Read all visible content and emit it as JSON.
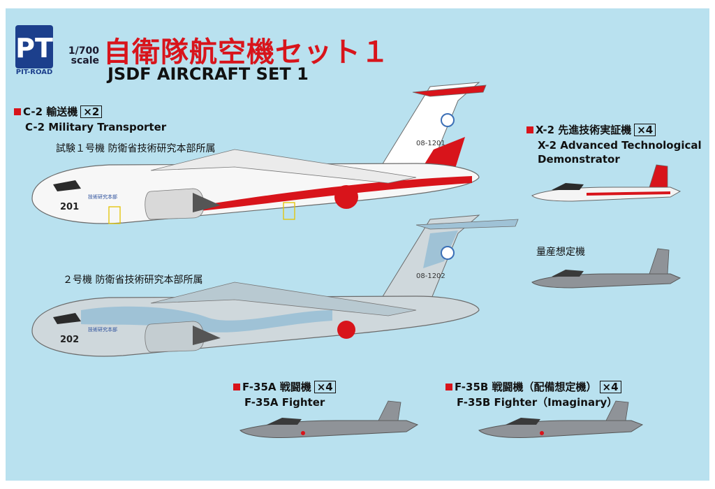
{
  "brand": {
    "logo_letters": "PT",
    "logo_text": "PIT-ROAD"
  },
  "scale": {
    "ratio": "1/700",
    "word": "scale"
  },
  "title": {
    "jp": "自衛隊航空機セット１",
    "en": "JSDF AIRCRAFT SET 1"
  },
  "c2": {
    "name_jp": "C-2 輸送機",
    "qty": "×2",
    "name_en": "C-2 Military Transporter",
    "unit1": {
      "note": "試験１号機 防衛省技術研究本部所属",
      "serial": "08-1201",
      "nose_number": "201",
      "fuselage_text": "技術研究本部"
    },
    "unit2": {
      "note": "２号機 防衛省技術研究本部所属",
      "serial": "08-1202",
      "nose_number": "202",
      "fuselage_text": "技術研究本部"
    }
  },
  "x2": {
    "name_jp": "X-2 先進技術実証機",
    "qty": "×4",
    "name_en_line1": "X-2 Advanced Technological",
    "name_en_line2": "Demonstrator",
    "variant_note": "量産想定機"
  },
  "f35a": {
    "name_jp": "F-35A 戦闘機",
    "qty": "×4",
    "name_en": "F-35A Fighter"
  },
  "f35b": {
    "name_jp": "F-35B 戦闘機（配備想定機）",
    "qty": "×4",
    "name_en": "F-35B Fighter（Imaginary）"
  },
  "colors": {
    "background": "#b9e1ef",
    "accent_red": "#d8141b",
    "brand_blue": "#1c3f8c",
    "camo_light": "#cfd8dc",
    "camo_blue": "#9fc2d6",
    "fighter_gray": "#8f9398"
  }
}
